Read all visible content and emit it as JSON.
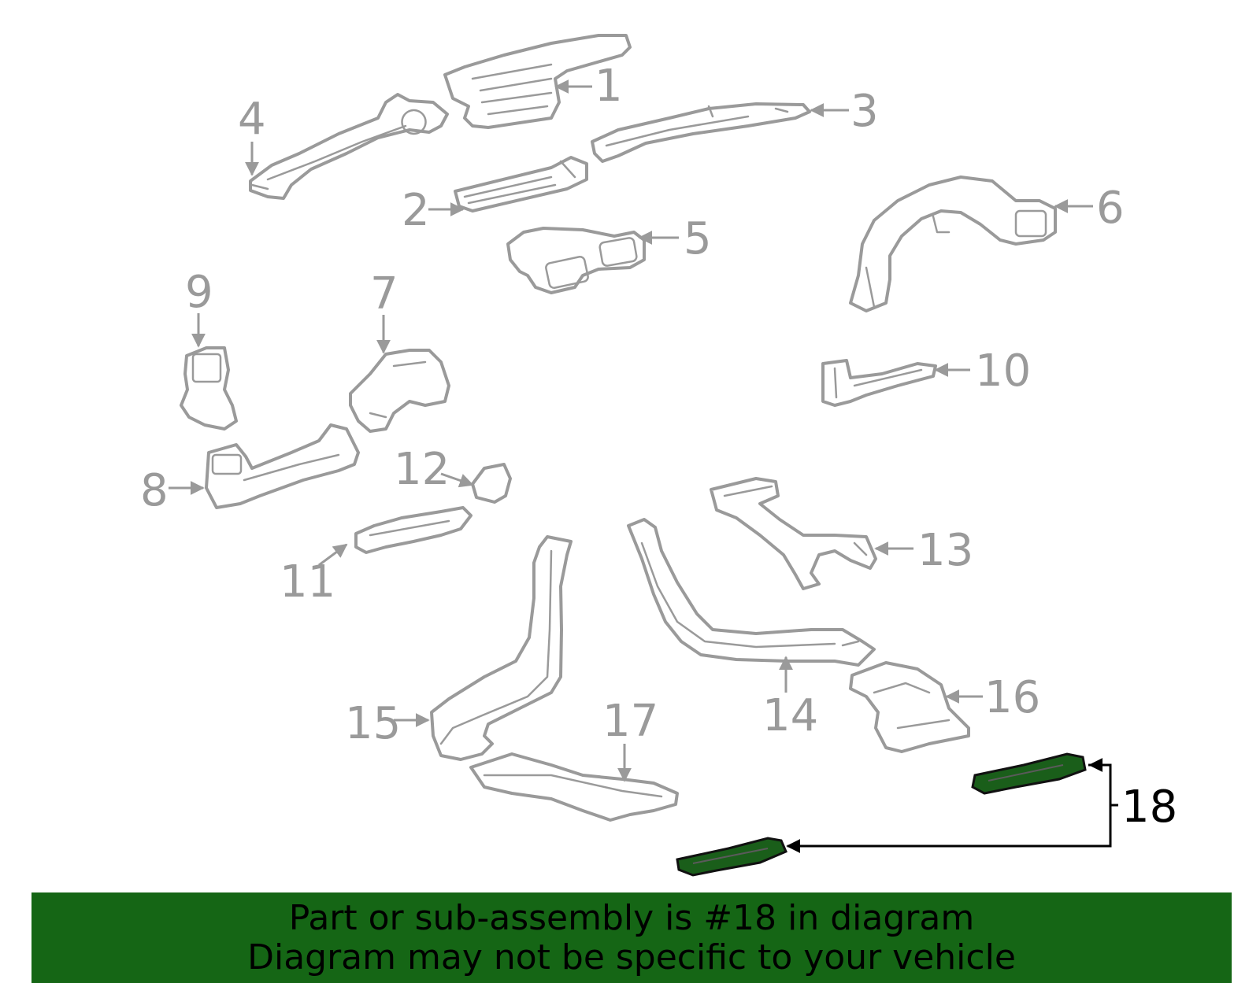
{
  "colors": {
    "part_stroke": "#9a9a9a",
    "highlight_fill": "#1a5e1a",
    "banner_bg": "#156615",
    "banner_text": "#000000"
  },
  "callouts": {
    "c1": "1",
    "c2": "2",
    "c3": "3",
    "c4": "4",
    "c5": "5",
    "c6": "6",
    "c7": "7",
    "c8": "8",
    "c9": "9",
    "c10": "10",
    "c11": "11",
    "c12": "12",
    "c13": "13",
    "c14": "14",
    "c15": "15",
    "c16": "16",
    "c17": "17",
    "c18": "18"
  },
  "banner": {
    "line1": "Part or sub-assembly is #18 in diagram",
    "line2": "Diagram may not be specific to your vehicle"
  }
}
